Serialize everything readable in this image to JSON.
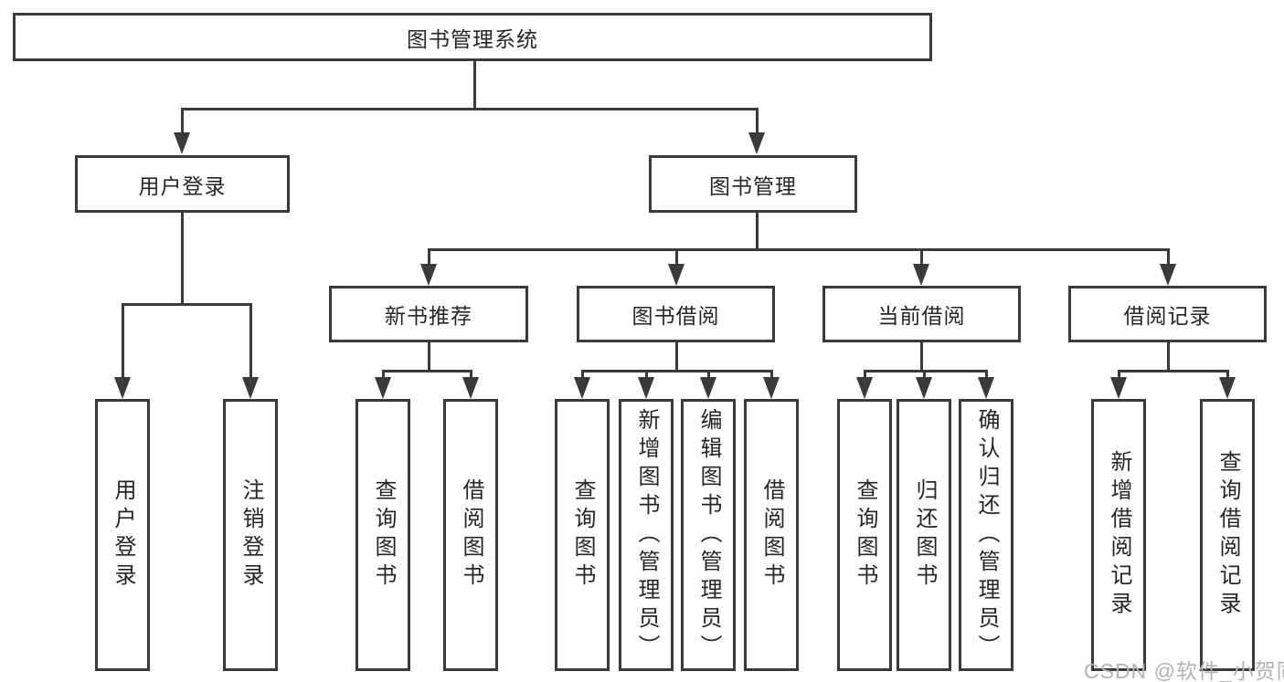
{
  "tree": {
    "label": "图书管理系统",
    "children": [
      {
        "label": "用户登录",
        "children": [
          "用户登录",
          "注销登录"
        ]
      },
      {
        "label": "图书管理",
        "children": [
          {
            "label": "新书推荐",
            "children": [
              "查询图书",
              "借阅图书"
            ]
          },
          {
            "label": "图书借阅",
            "children": [
              "查询图书",
              "新增图书（管理员）",
              "编辑图书（管理员）",
              "借阅图书"
            ]
          },
          {
            "label": "当前借阅",
            "children": [
              "查询图书",
              "归还图书",
              "确认归还（管理员）"
            ]
          },
          {
            "label": "借阅记录",
            "children": [
              "新增借阅记录",
              "查询借阅记录"
            ]
          }
        ]
      }
    ]
  },
  "watermark": {
    "text": "CSDN @软件_小贺同学"
  },
  "colors": {
    "line": "#3a3a3a",
    "box_border": "#3a3a3a",
    "text": "#262626",
    "watermark": "#b3b3b3",
    "background": "#ffffff"
  }
}
